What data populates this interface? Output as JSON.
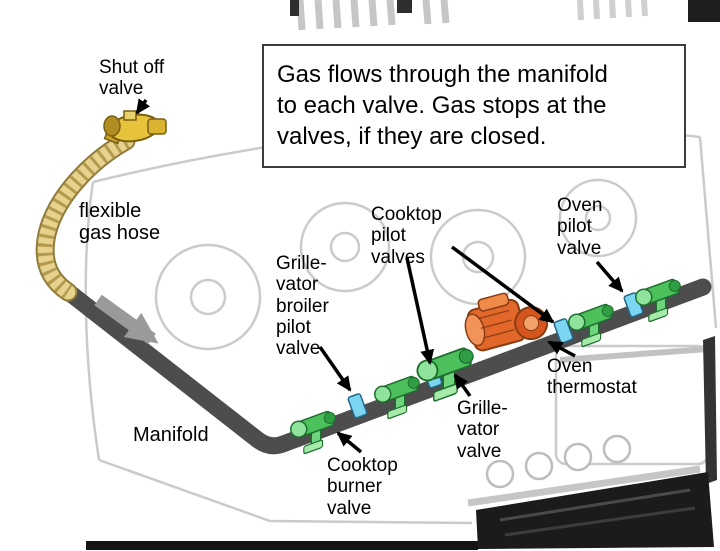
{
  "info_box": {
    "text": "Gas flows through the manifold\nto each valve. Gas stops at the\nvalves, if they are closed."
  },
  "labels": {
    "shut_off_valve": "Shut off\nvalve",
    "flexible_gas_hose": "flexible\ngas hose",
    "grillevator_broiler_pilot_valve": "Grille-\nvator\nbroiler\npilot\nvalve",
    "cooktop_pilot_valves": "Cooktop\npilot\nvalves",
    "oven_pilot_valve": "Oven\npilot\nvalve",
    "oven_thermostat": "Oven\nthermostat",
    "manifold": "Manifold",
    "cooktop_burner_valve": "Cooktop\nburner\nvalve",
    "grillevator_valve": "Grille-\nvator\nvalve"
  },
  "colors": {
    "manifold_gray": "#4d4d4d",
    "valve_green": "#4cc05a",
    "pilot_blue": "#7cd6f2",
    "thermostat_orange": "#e2672a",
    "hose_yellow": "#e6d28c",
    "shutoff_brass": "#e7c33c",
    "flow_arrow_gray": "#9a9a9a"
  },
  "components": [
    {
      "name": "shut-off-valve",
      "color_key": "shutoff_brass"
    },
    {
      "name": "flexible-gas-hose",
      "color_key": "hose_yellow"
    },
    {
      "name": "manifold",
      "color_key": "manifold_gray"
    },
    {
      "name": "cooktop-burner-valve",
      "color_key": "valve_green"
    },
    {
      "name": "pilot-valves",
      "color_key": "pilot_blue"
    },
    {
      "name": "grille-vator-valve",
      "color_key": "valve_green"
    },
    {
      "name": "oven-thermostat",
      "color_key": "thermostat_orange"
    },
    {
      "name": "oven-pilot-valve",
      "color_key": "valve_green"
    },
    {
      "name": "gas-flow-direction",
      "color_key": "flow_arrow_gray"
    }
  ]
}
